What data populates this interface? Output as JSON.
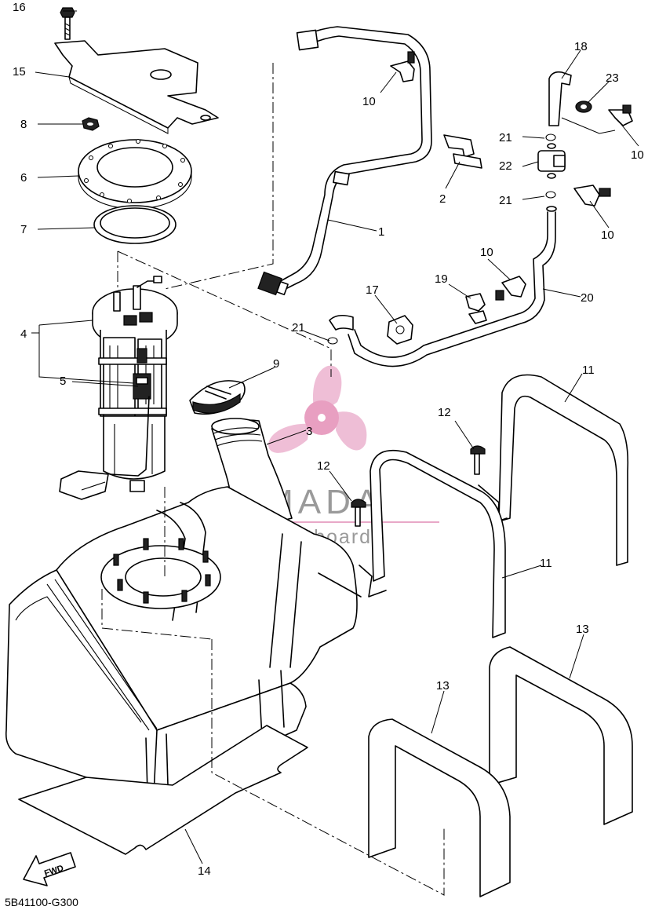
{
  "diagram": {
    "code": "5B41100-G300",
    "fwd_label": "FWD",
    "watermark": {
      "brand": "ARMADA",
      "tagline": "marine outboards",
      "colors": {
        "logo": "#e8a8c8",
        "text": "#9a9a9a",
        "rule": "#e8a8c8"
      }
    },
    "callouts": [
      "16",
      "15",
      "8",
      "6",
      "7",
      "4",
      "5",
      "10",
      "1",
      "18",
      "23",
      "21",
      "22",
      "2",
      "10",
      "21",
      "10",
      "10",
      "19",
      "17",
      "20",
      "9",
      "3",
      "21",
      "11",
      "12",
      "12",
      "11",
      "13",
      "13",
      "14"
    ]
  }
}
